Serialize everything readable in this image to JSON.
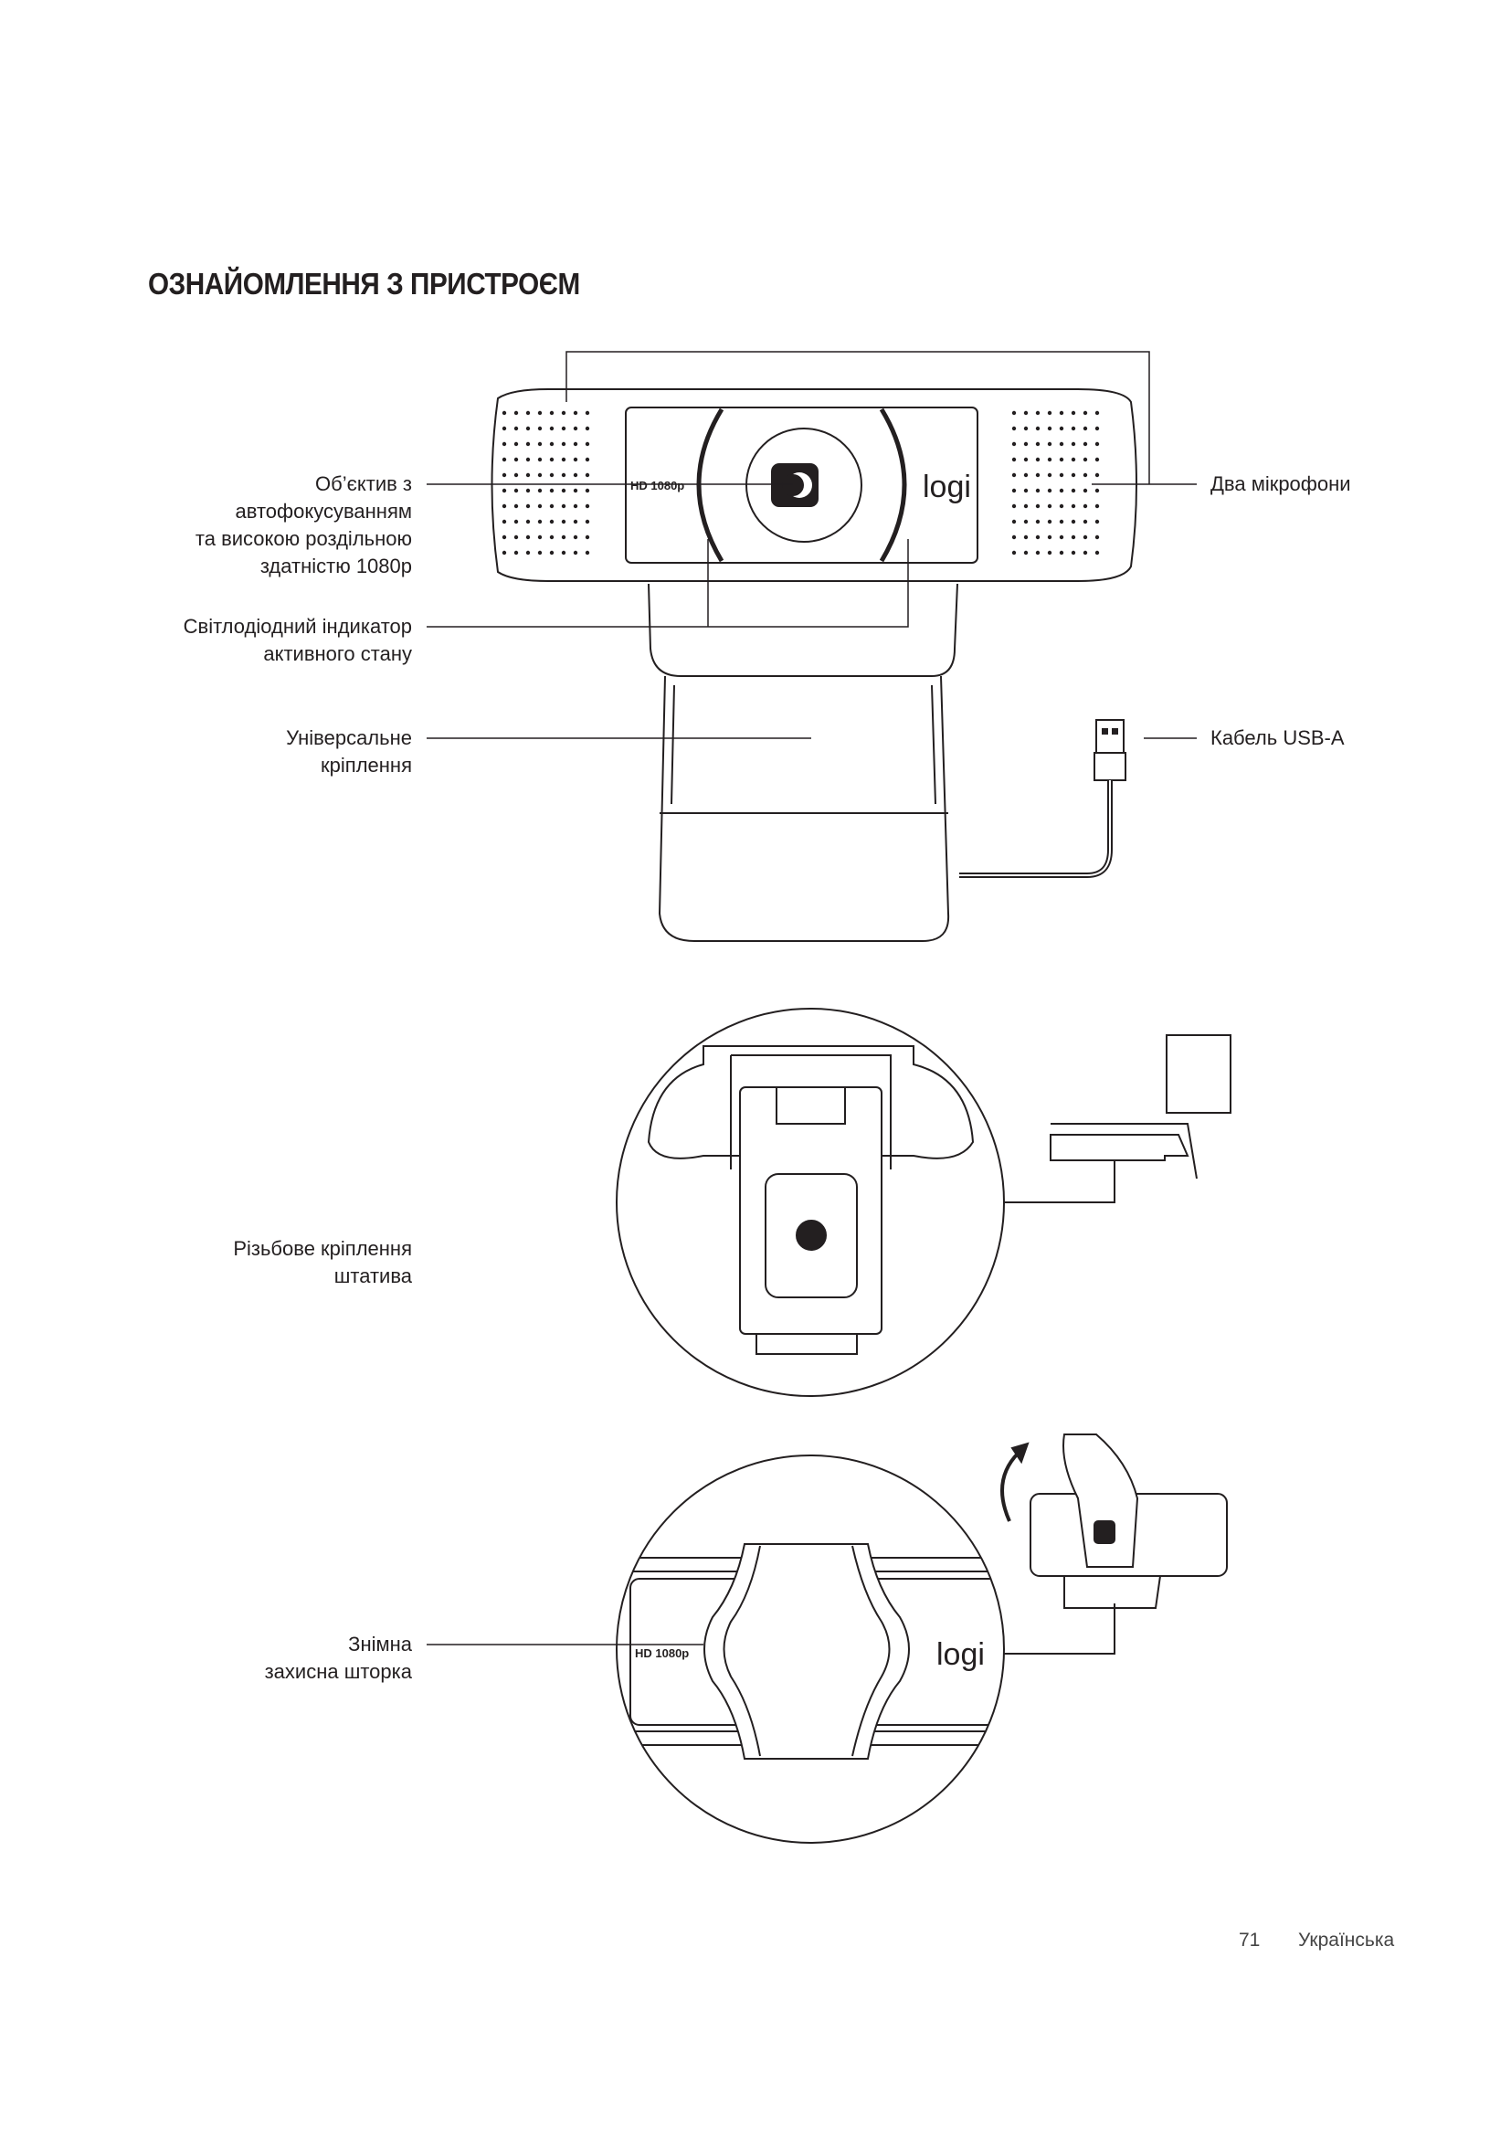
{
  "page": {
    "title": "ОЗНАЙОМЛЕННЯ З ПРИСТРОЄМ",
    "page_number": "71",
    "language": "Українська"
  },
  "callouts": {
    "lens": [
      "Об’єктив з",
      "автофокусуванням",
      "та високою роздільною",
      "здатністю 1080p"
    ],
    "led": [
      "Світлодіодний індикатор",
      "активного стану"
    ],
    "mount": [
      "Універсальне",
      "кріплення"
    ],
    "mics": [
      "Два мікрофони"
    ],
    "usb": [
      "Кабель USB-A"
    ],
    "tripod": [
      "Різьбове кріплення",
      "штатива"
    ],
    "shutter": [
      "Знімна",
      "захисна шторка"
    ]
  },
  "device_markings": {
    "resolution_badge": "HD 1080p",
    "logo": "logi"
  }
}
